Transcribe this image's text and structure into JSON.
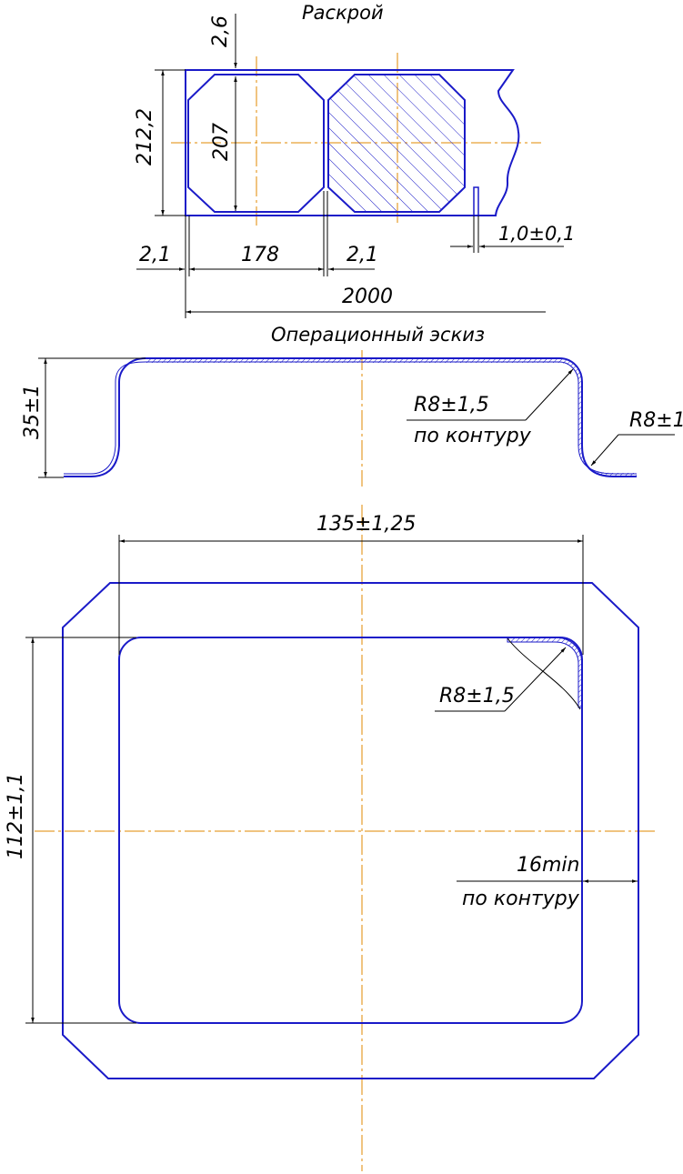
{
  "titles": {
    "cutting": "Раскрой",
    "sketch": "Операционный эскиз"
  },
  "cutting": {
    "dim_top_gap": "2,6",
    "dim_strip_width": "212,2",
    "dim_blank_height": "207",
    "dim_left_gap": "2,1",
    "dim_blank_width": "178",
    "dim_between_gap": "2,1",
    "dim_strip_length": "2000",
    "dim_thickness": "1,0±0,1"
  },
  "sketch": {
    "dim_height": "35±1",
    "radius_inner": "R8±1,5",
    "radius_inner_note": "по контуру",
    "radius_flange": "R8±1"
  },
  "plan": {
    "dim_width": "135±1,25",
    "dim_height": "112±1,1",
    "radius_corner": "R8±1,5",
    "flange_min": "16min",
    "flange_note": "по контуру"
  },
  "colors": {
    "outline": "#1a1ac8",
    "axis": "#e08a00",
    "dimension": "#000000"
  }
}
